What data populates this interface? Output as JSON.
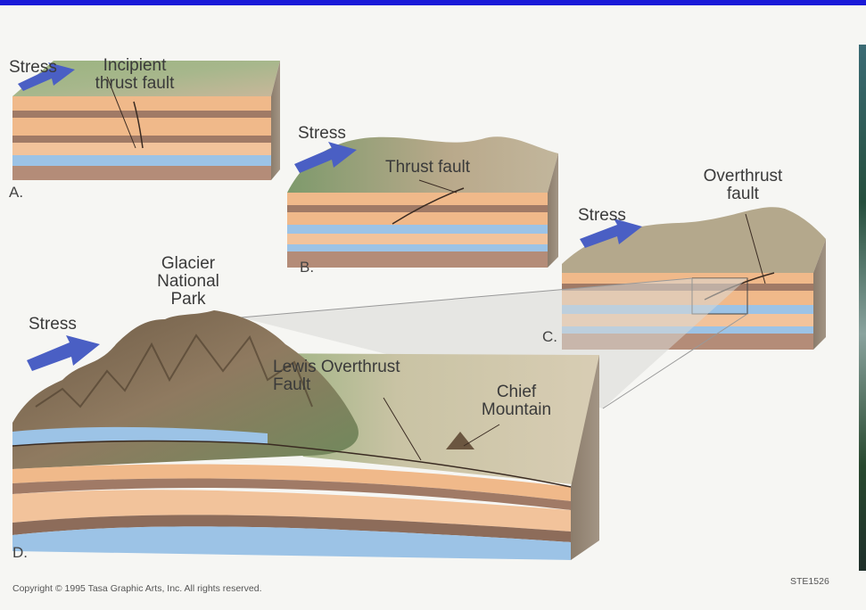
{
  "labels": {
    "stress_a": "Stress",
    "incipient": "Incipient\nthrust fault",
    "stress_b": "Stress",
    "thrust_fault": "Thrust fault",
    "stress_c": "Stress",
    "overthrust": "Overthrust\nfault",
    "glacier": "Glacier\nNational\nPark",
    "stress_d": "Stress",
    "lewis": "Lewis Overthrust\nFault",
    "chief": "Chief\nMountain"
  },
  "panels": {
    "a": "A.",
    "b": "B.",
    "c": "C.",
    "d": "D."
  },
  "copyright": "Copyright © 1995 Tasa Graphic Arts, Inc. All rights reserved.",
  "code": "STE1526",
  "colors": {
    "stress_arrow": "#4a5fc4",
    "tan_layer": "#f0b98a",
    "brown_layer": "#a07a66",
    "blue_layer": "#9cc3e6",
    "surface_green": "#8fa77a",
    "topbar": "#1a1ad8"
  }
}
